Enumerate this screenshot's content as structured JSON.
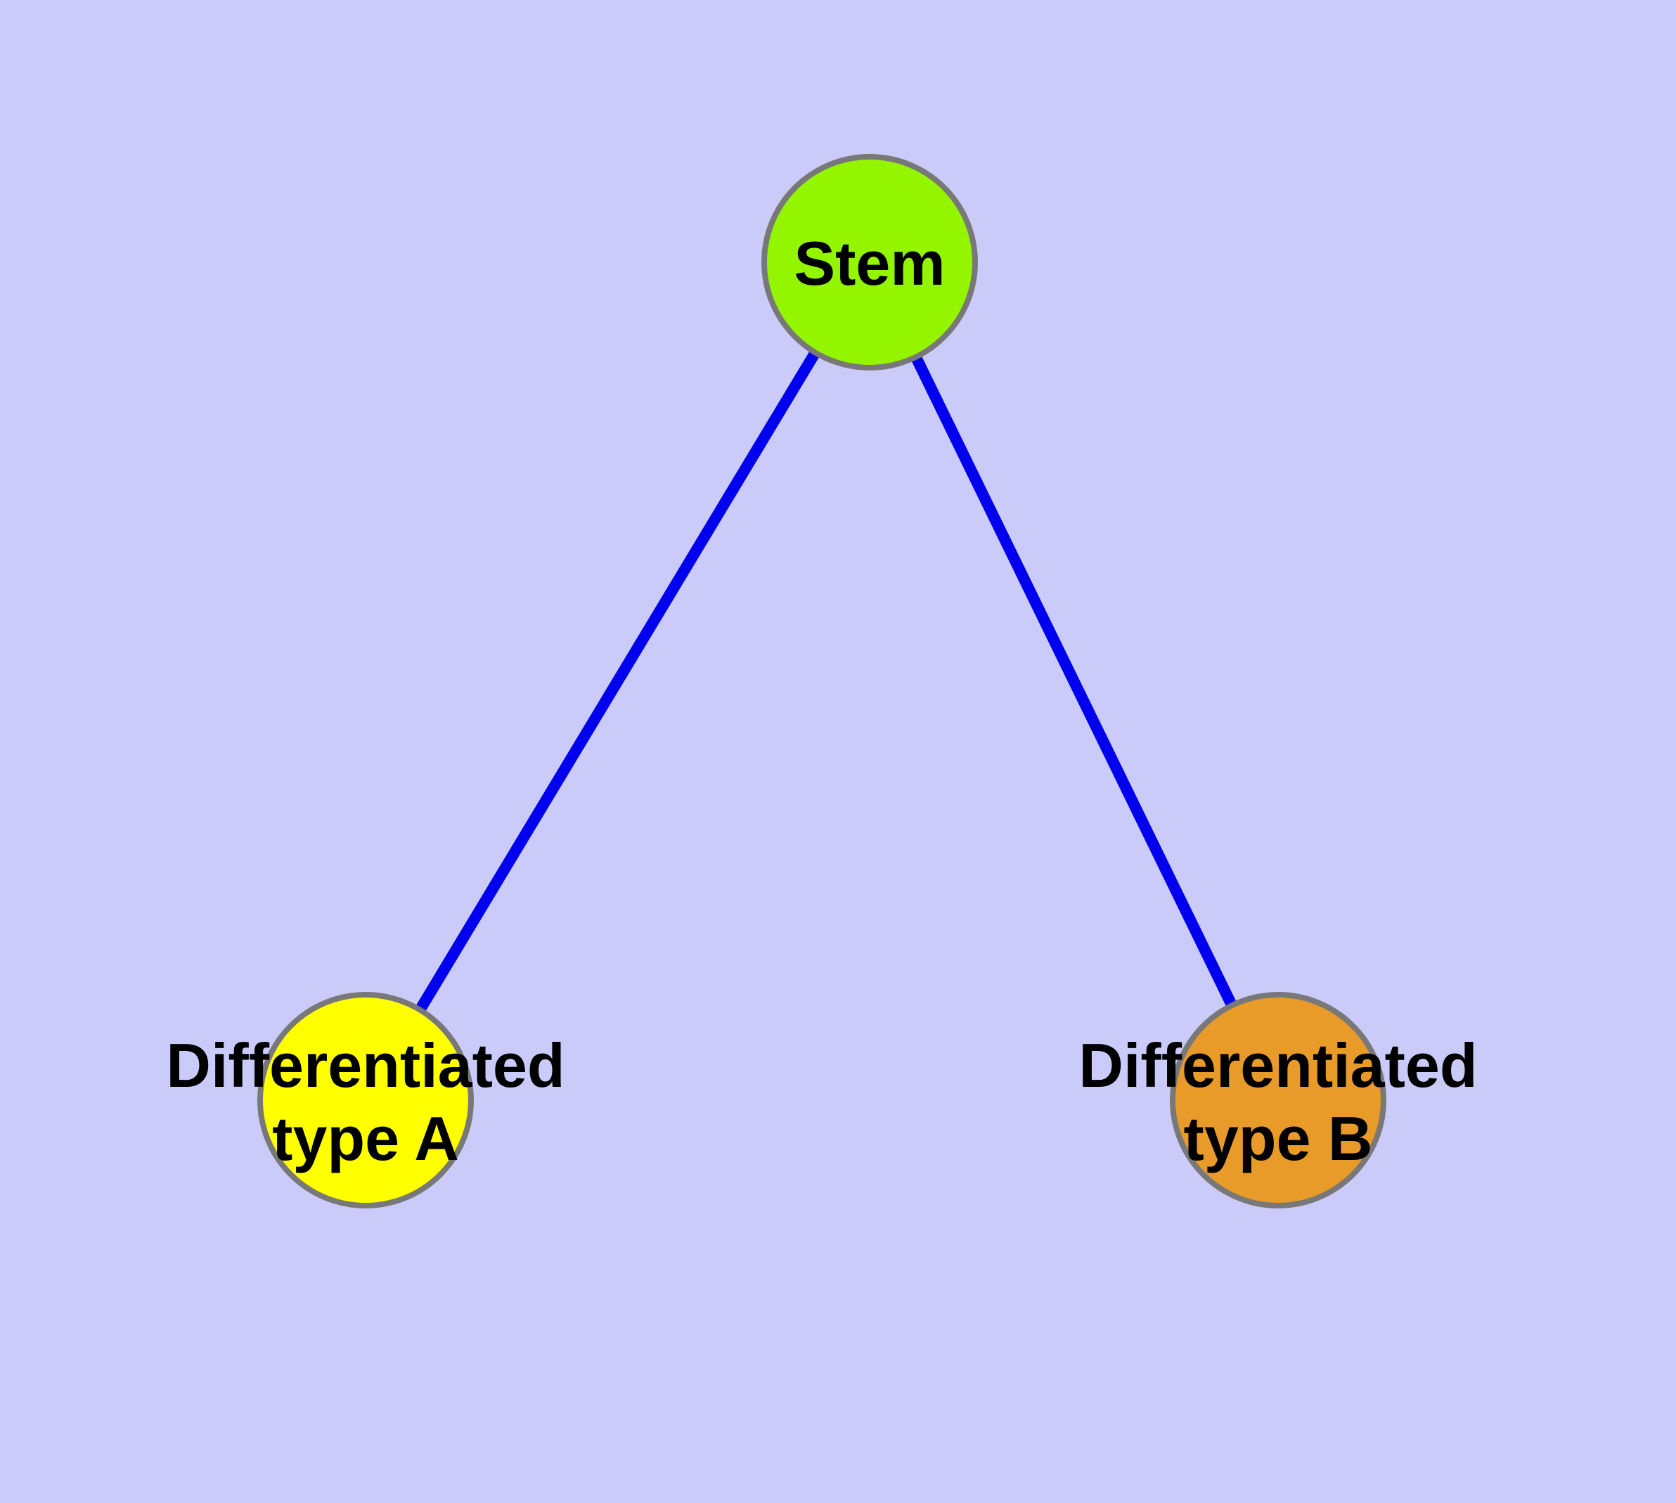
{
  "diagram": {
    "type": "graph",
    "description": "Cell differentiation hierarchy diagram",
    "colors": {
      "background": "#CBCBFA",
      "edge": "#0000EE",
      "node_border": "#787878",
      "label_text": "#000000"
    },
    "nodes": {
      "stem": {
        "label": "Stem",
        "fill": "#94F500"
      },
      "type_a": {
        "label_line1": "Differentiated",
        "label_line2": "type A",
        "fill": "#FFFF00"
      },
      "type_b": {
        "label_line1": "Differentiated",
        "label_line2": "type B",
        "fill": "#E89B28"
      }
    },
    "edges": [
      {
        "from": "Stem",
        "to": "Differentiated type A"
      },
      {
        "from": "Stem",
        "to": "Differentiated type B"
      }
    ]
  }
}
